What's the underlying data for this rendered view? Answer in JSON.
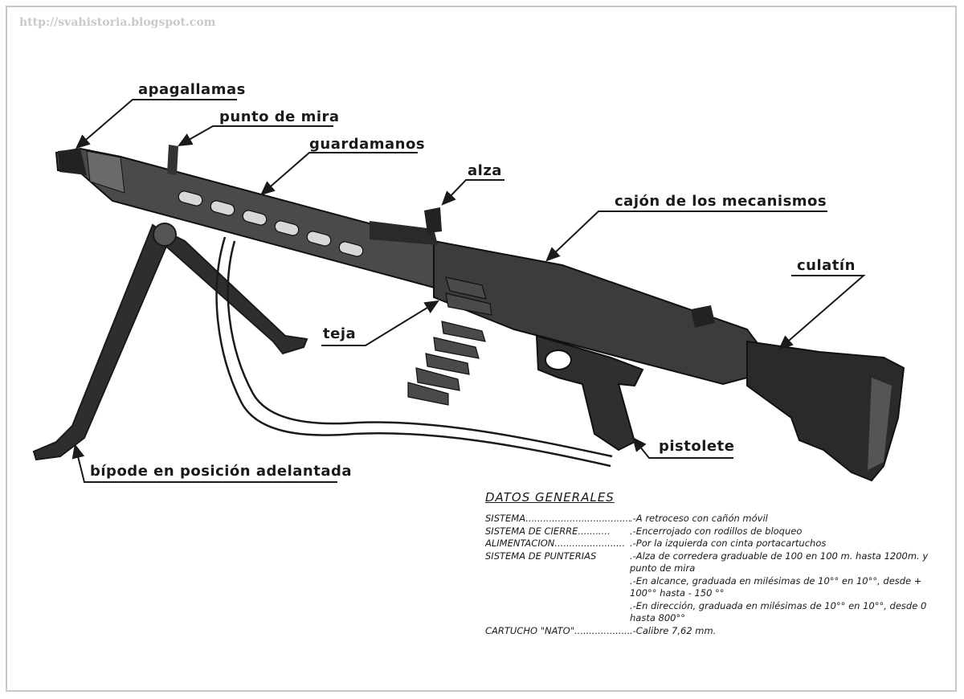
{
  "watermark": "http://svahistoria.blogspot.com",
  "labels": {
    "apagallamas": "apagallamas",
    "punto_de_mira": "punto de mira",
    "guardamanos": "guardamanos",
    "alza": "alza",
    "cajon": "cajón de los mecanismos",
    "culatin": "culatín",
    "teja": "teja",
    "pistolete": "pistolete",
    "bipode": "bípode en posición adelantada"
  },
  "datos": {
    "title": "DATOS GENERALES",
    "rows": [
      {
        "key": "SISTEMA.......................................",
        "value": ".-A retroceso con cañón móvil"
      },
      {
        "key": "SISTEMA DE CIERRE...........",
        "value": ".-Encerrojado con rodillos de bloqueo"
      },
      {
        "key": "ALIMENTACION........................",
        "value": ".-Por la izquierda con cinta portacartuchos"
      },
      {
        "key": "SISTEMA DE PUNTERIAS",
        "value": ".-Alza de corredera graduable de 100 en 100 m. hasta 1200m. y punto de mira"
      },
      {
        "key": "",
        "value": ".-En alcance, graduada en milésimas de 10°° en 10°°, desde + 100°° hasta - 150 °°"
      },
      {
        "key": "",
        "value": ".-En dirección, graduada en milésimas de 10°° en 10°°, desde 0 hasta 800°°"
      },
      {
        "key": "CARTUCHO \"NATO\"...................",
        "value": ".-Calibre 7,62 mm."
      }
    ]
  },
  "colors": {
    "ink": "#1a1a1a",
    "metal": "#3a3a3a",
    "frame": "#c8c8c8"
  }
}
